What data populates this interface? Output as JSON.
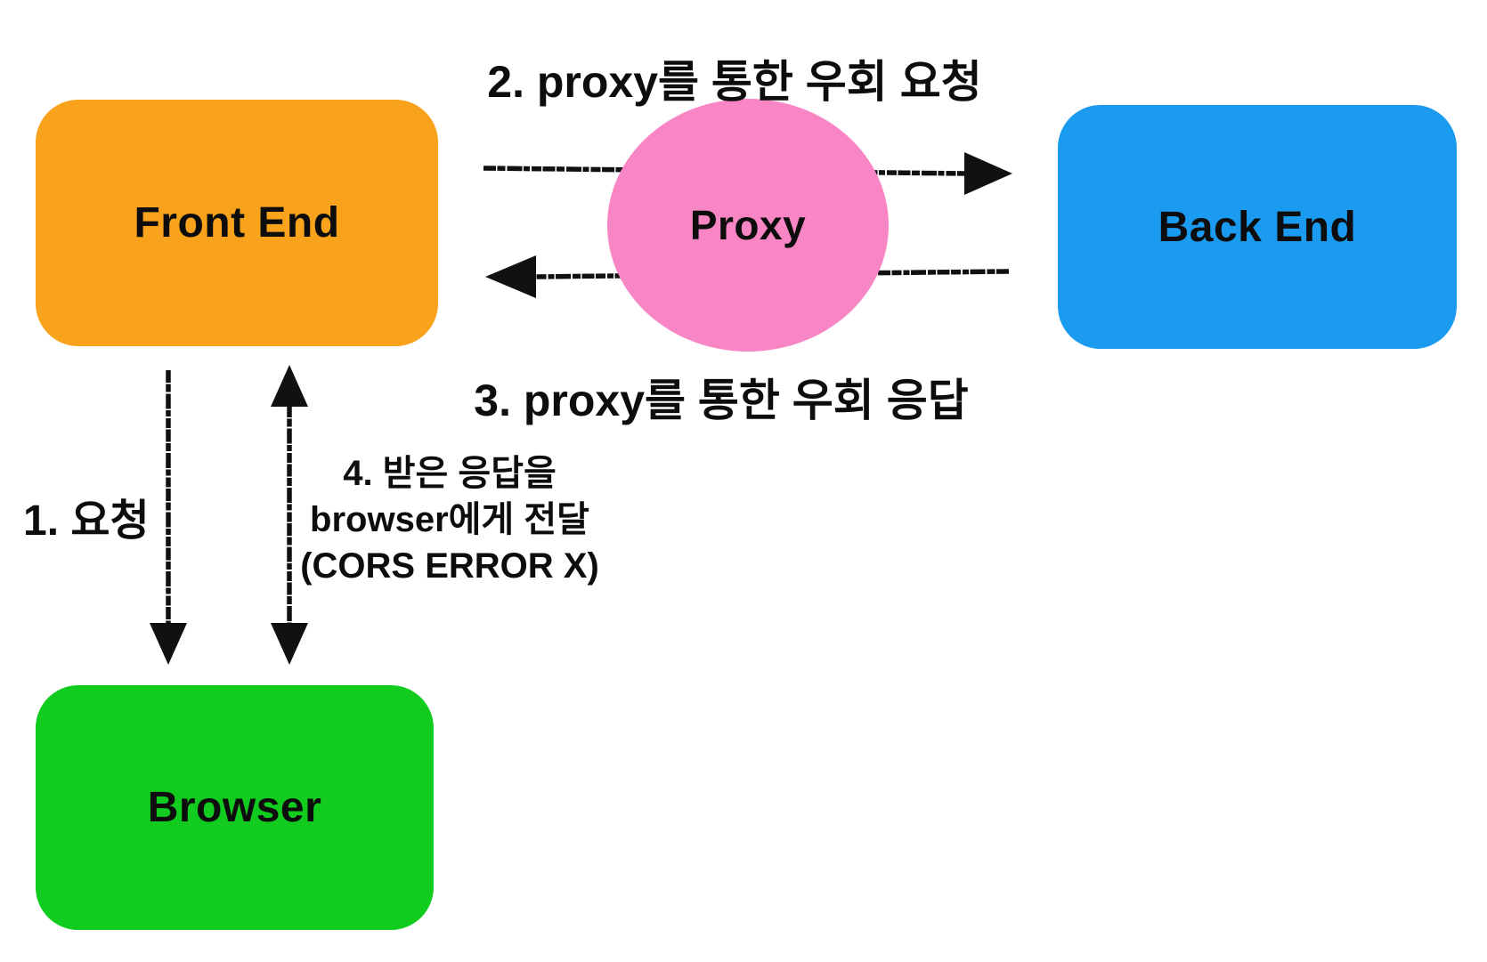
{
  "diagram": {
    "nodes": {
      "front_end": {
        "label": "Front End",
        "color": "#F9A21B"
      },
      "proxy": {
        "label": "Proxy",
        "color": "#F886C4"
      },
      "back_end": {
        "label": "Back End",
        "color": "#1A9BF0"
      },
      "browser": {
        "label": "Browser",
        "color": "#11CC1F"
      }
    },
    "labels": {
      "step1": "1. 요청",
      "step2": "2. proxy를 통한 우회 요청",
      "step3": "3. proxy를 통한 우회 응답",
      "step4": {
        "line1": "4. 받은 응답을",
        "line2": "browser에게 전달",
        "line3": "(CORS ERROR X)"
      }
    },
    "ink_color": "#111111"
  }
}
